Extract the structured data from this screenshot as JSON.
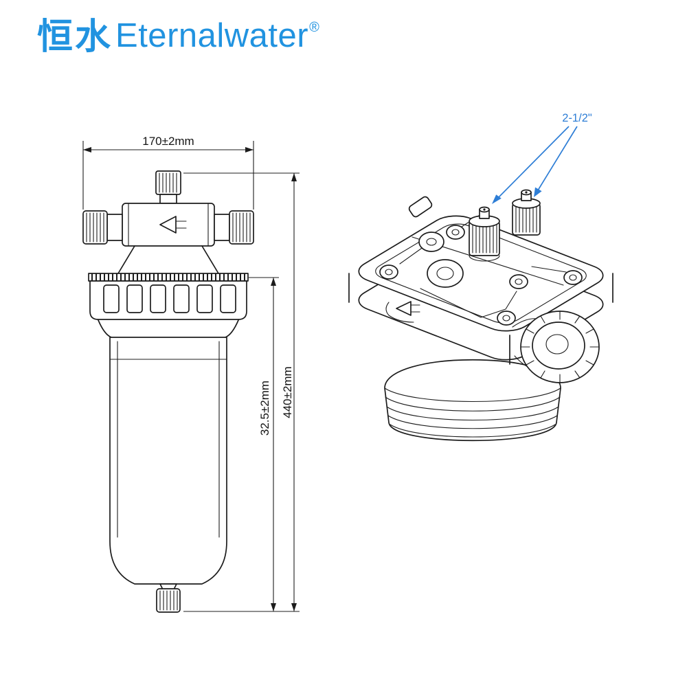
{
  "logo": {
    "cjk": "恒水",
    "name": "Eternalwater",
    "registered": "®"
  },
  "front_view": {
    "dim_width": "170±2mm",
    "dim_height": "440±2mm",
    "dim_bowl": "32.5±2mm"
  },
  "iso_view": {
    "port_label": "2-1/2\""
  },
  "colors": {
    "logo_blue": "#2193e0",
    "arrow_blue": "#2e7ed6",
    "line_color": "#1c1c1c",
    "background": "#ffffff"
  }
}
